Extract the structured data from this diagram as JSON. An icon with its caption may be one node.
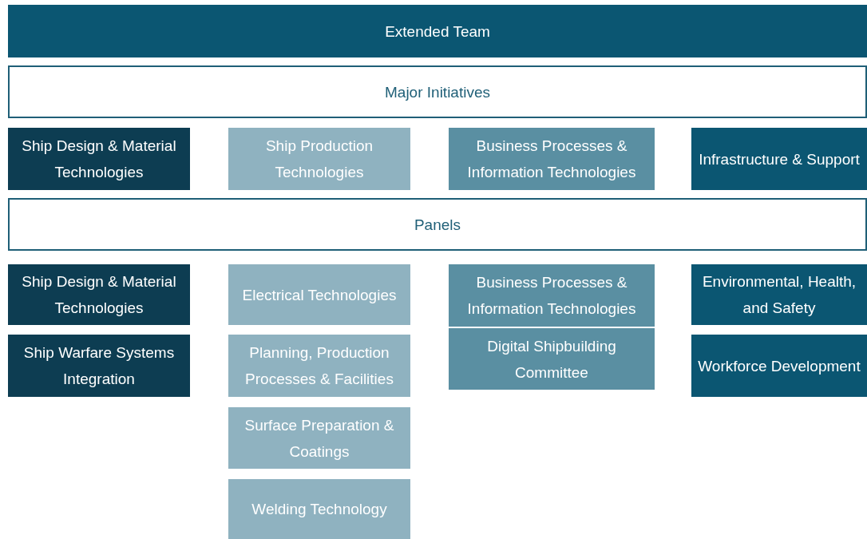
{
  "diagram": {
    "nodes": [
      {
        "text": [
          "Extended Team"
        ]
      },
      {
        "text": [
          "Major Initiatives"
        ]
      },
      {
        "text": [
          "Ship Design & Material Technologies"
        ]
      },
      {
        "text": [
          "Ship Production Technologies"
        ]
      },
      {
        "text": [
          "Business Processes & Information Technologies"
        ]
      },
      {
        "text": [
          "Infrastructure & Support"
        ]
      },
      {
        "text": [
          "Panels"
        ]
      },
      {
        "text": [
          "Ship Design & Material Technologies"
        ]
      },
      {
        "text": [
          "Ship Warfare Systems Integration"
        ]
      },
      {
        "text": [
          "Electrical Technologies"
        ]
      },
      {
        "text": [
          "Planning, Production Processes & Facilities"
        ]
      },
      {
        "text": [
          "Surface Preparation & Coatings"
        ]
      },
      {
        "text": [
          "Welding Technology"
        ]
      },
      {
        "text": [
          "Business Processes & Information Technologies"
        ]
      },
      {
        "text": [
          "Digital Shipbuilding Committee"
        ]
      },
      {
        "text": [
          "Environmental, Health, and Safety"
        ]
      },
      {
        "text": [
          "Workforce Development"
        ]
      }
    ]
  }
}
